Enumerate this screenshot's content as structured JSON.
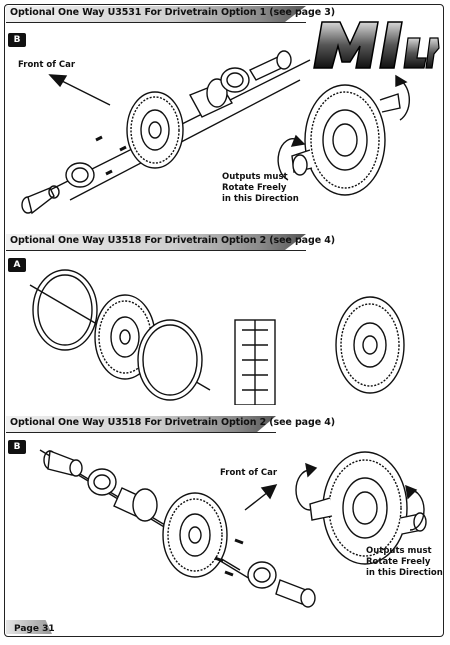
{
  "sections": [
    {
      "title": "Optional One Way U3531 For Drivetrain Option 1 (see page 3)",
      "step": "B"
    },
    {
      "title": "Optional One Way U3518 For Drivetrain Option 2 (see page 4)",
      "step": "A"
    },
    {
      "title": "Optional One Way U3518 For Drivetrain Option 2 (see page 4)",
      "step": "B"
    }
  ],
  "labels": {
    "front_of_car_1": "Front of Car",
    "outputs_1": [
      "Outputs must",
      "Rotate Freely",
      "in this Direction"
    ],
    "front_of_car_2": "Front of Car",
    "outputs_2": [
      "Outputs must",
      "Rotate Freely",
      "in this Direction"
    ]
  },
  "logo": {
    "main": "MI",
    "suffix": "LP"
  },
  "footer": {
    "page": "Page 31"
  }
}
